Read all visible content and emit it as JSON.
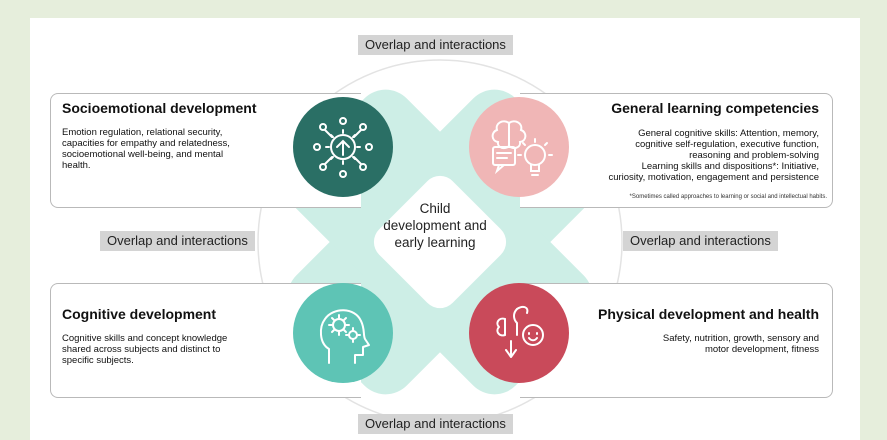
{
  "center": {
    "line1": "Child",
    "line2": "development and",
    "line3": "early learning"
  },
  "overlap": {
    "top": "Overlap and interactions",
    "left": "Overlap and interactions",
    "right": "Overlap and interactions",
    "bottom": "Overlap and interactions"
  },
  "domains": [
    {
      "title": "Socioemotional development",
      "lines": [
        "Emotion regulation, relational security,",
        "capacities for empathy and relatedness,",
        "socioemotional well-being, and mental",
        "health."
      ],
      "color": "#2a6f65",
      "icon": "network-gears-icon"
    },
    {
      "title": "General learning competencies",
      "lines": [
        "General cognitive skills: Attention, memory,",
        "cognitive self-regulation, executive function,",
        "reasoning and problem-solving",
        "Learning skills and dispositions*: Initiative,",
        "curiosity, motivation, engagement and persistence"
      ],
      "note": "*Sometimes called approaches to learning or social and intellectual habits.",
      "color": "#f0b6b6",
      "icon": "brain-lightbulb-icon"
    },
    {
      "title": "Cognitive development",
      "lines": [
        "Cognitive skills and concept knowledge",
        "shared across subjects and distinct to",
        "specific subjects."
      ],
      "color": "#5ec4b5",
      "icon": "head-gears-icon"
    },
    {
      "title": "Physical development and health",
      "lines": [
        "Safety, nutrition, growth, sensory and",
        "motor development, fitness"
      ],
      "color": "#c94a5a",
      "icon": "body-health-icon"
    }
  ]
}
